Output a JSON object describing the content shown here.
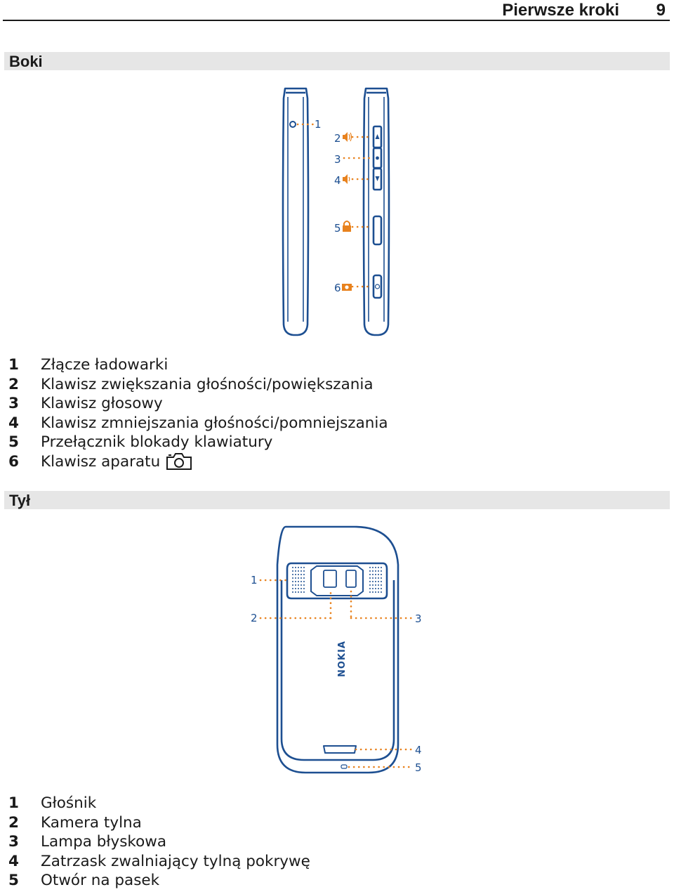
{
  "header": {
    "title": "Pierwsze kroki",
    "page_number": "9"
  },
  "sections": [
    {
      "heading": "Boki",
      "callouts": [
        "1",
        "2",
        "3",
        "4",
        "5",
        "6"
      ],
      "items": [
        {
          "num": "1",
          "text": "Złącze ładowarki"
        },
        {
          "num": "2",
          "text": "Klawisz zwiększania głośności/powiększania"
        },
        {
          "num": "3",
          "text": "Klawisz głosowy"
        },
        {
          "num": "4",
          "text": "Klawisz zmniejszania głośności/pomniejszania"
        },
        {
          "num": "5",
          "text": "Przełącznik blokady klawiatury"
        },
        {
          "num": "6",
          "text": "Klawisz aparatu"
        }
      ]
    },
    {
      "heading": "Tył",
      "callouts": [
        "1",
        "2",
        "3",
        "4",
        "5"
      ],
      "brand": "NOKIA",
      "items": [
        {
          "num": "1",
          "text": "Głośnik"
        },
        {
          "num": "2",
          "text": "Kamera tylna"
        },
        {
          "num": "3",
          "text": "Lampa błyskowa"
        },
        {
          "num": "4",
          "text": "Zatrzask zwalniający tylną pokrywę"
        },
        {
          "num": "5",
          "text": "Otwór na pasek"
        }
      ]
    }
  ],
  "colors": {
    "line": "#1d4f91",
    "callout": "#e8821e",
    "section_bg": "#e6e6e6"
  },
  "icons": [
    "volume-up-icon",
    "volume-down-icon",
    "lock-icon",
    "camera-icon"
  ]
}
